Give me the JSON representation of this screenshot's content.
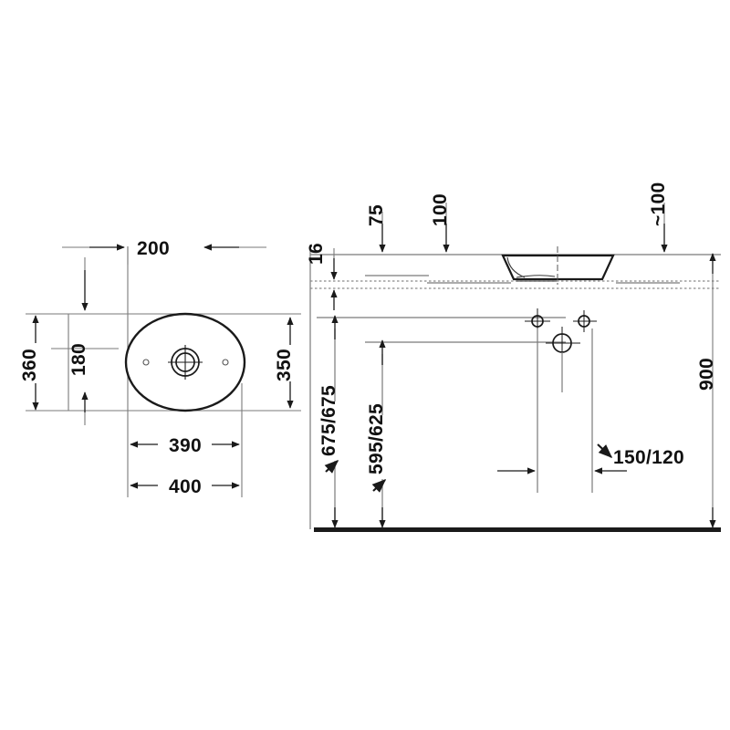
{
  "drawing": {
    "title": "Washbasin technical dimension drawing",
    "units": "mm",
    "line_color": "#7a7a7a",
    "outline_color": "#1a1a1a",
    "text_color": "#111111",
    "floor_color": "#1a1a1a",
    "background": "#ffffff"
  },
  "plan_view": {
    "name": "top-view",
    "shape": "ellipse",
    "dimensions": {
      "width_outer": "400",
      "width_inner": "390",
      "depth_outer": "360",
      "depth_inner": "350",
      "offset_left": "200",
      "offset_top": "180"
    },
    "labels": [
      {
        "id": "plan-200",
        "value": "200",
        "orientation": "horizontal"
      },
      {
        "id": "plan-180",
        "value": "180",
        "orientation": "vertical"
      },
      {
        "id": "plan-360",
        "value": "360",
        "orientation": "vertical"
      },
      {
        "id": "plan-350",
        "value": "350",
        "orientation": "vertical"
      },
      {
        "id": "plan-390",
        "value": "390",
        "orientation": "horizontal"
      },
      {
        "id": "plan-400",
        "value": "400",
        "orientation": "horizontal"
      }
    ],
    "features": {
      "drain": "center-drain-crosshair",
      "overflow_holes": 2
    }
  },
  "section_view": {
    "name": "front-section-view",
    "labels": [
      {
        "id": "sec-16",
        "value": "16",
        "orientation": "vertical"
      },
      {
        "id": "sec-75",
        "value": "75",
        "orientation": "vertical"
      },
      {
        "id": "sec-100",
        "value": "100",
        "orientation": "vertical"
      },
      {
        "id": "sec-approx-100",
        "value": "~100",
        "orientation": "vertical"
      },
      {
        "id": "sec-675",
        "value": "675/675",
        "orientation": "vertical"
      },
      {
        "id": "sec-595",
        "value": "595/625",
        "orientation": "vertical"
      },
      {
        "id": "sec-150-120",
        "value": "150/120",
        "orientation": "horizontal"
      },
      {
        "id": "sec-900",
        "value": "900",
        "orientation": "vertical"
      }
    ],
    "features": {
      "basin": "vessel-basin-profile",
      "countertop": "dashed-countertop-lines",
      "tap_holes": 2,
      "waste_outlet": 1,
      "floor_line": "solid-thick-black"
    }
  }
}
